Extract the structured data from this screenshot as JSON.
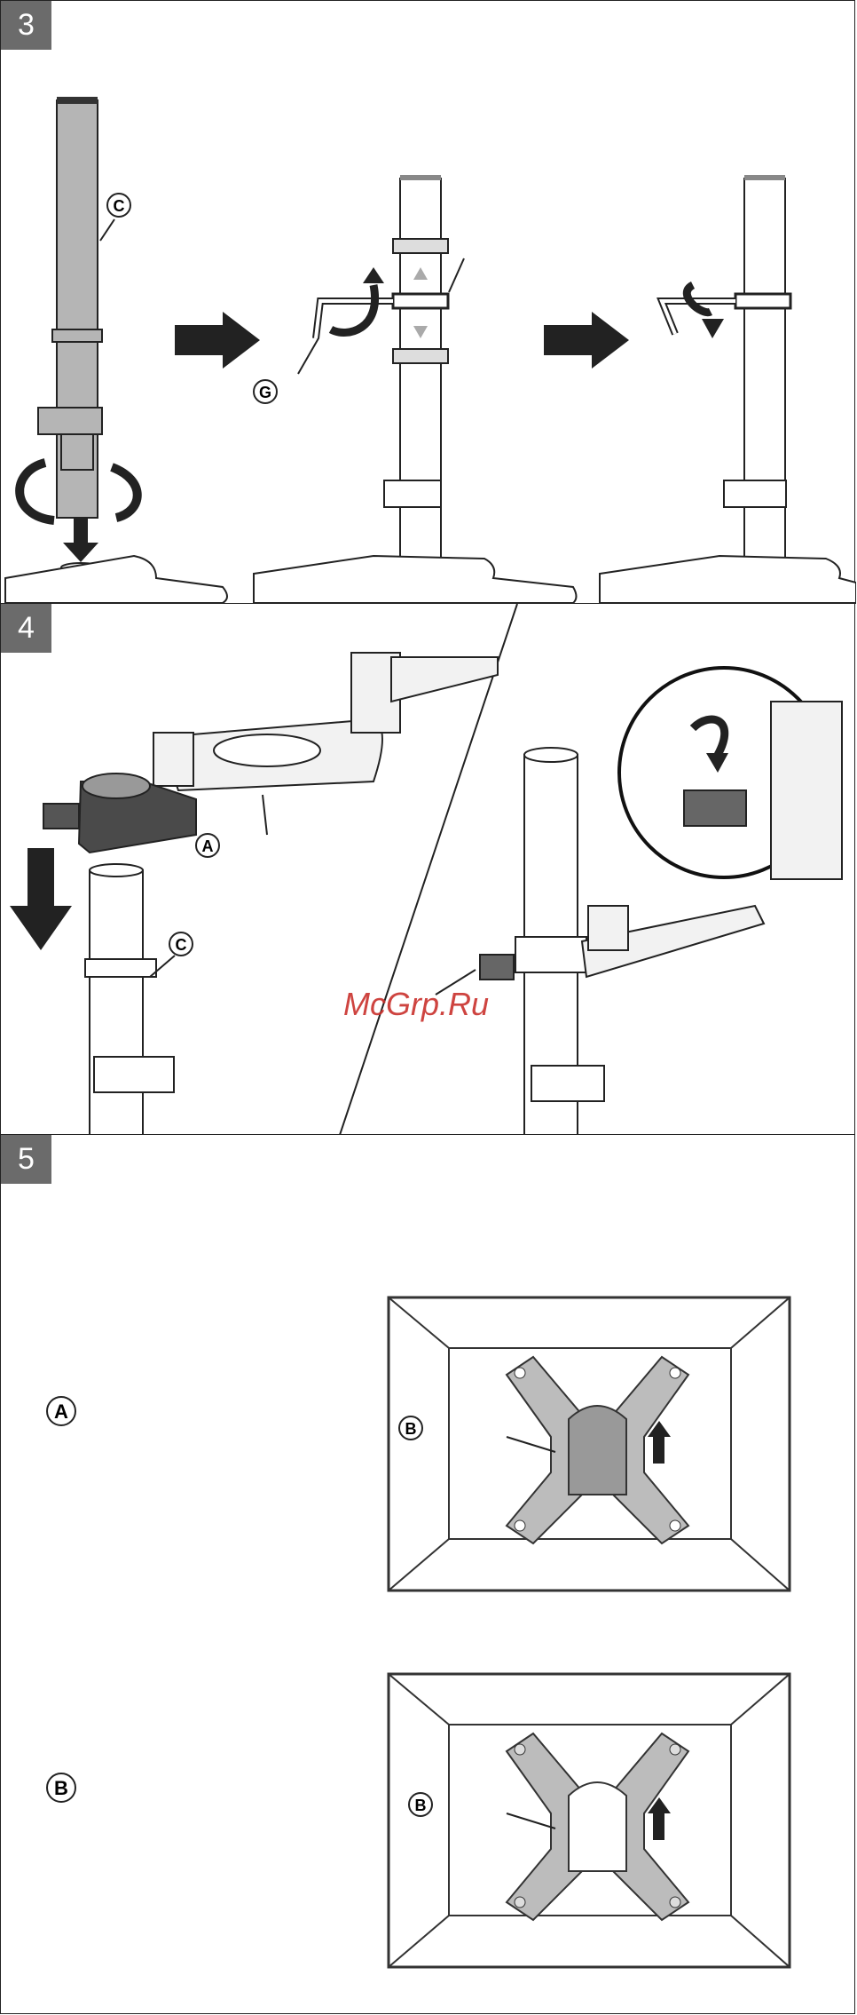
{
  "steps": {
    "step3": {
      "number": "3"
    },
    "step4": {
      "number": "4"
    },
    "step5": {
      "number": "5"
    }
  },
  "callouts": {
    "c": "C",
    "g": "G",
    "a": "A",
    "b": "B"
  },
  "watermark": "McGrp.Ru",
  "colors": {
    "tab": "#6b6b6b",
    "part_dark": "#333333",
    "part_gray": "#b5b5b5",
    "watermark": "#c9302c"
  }
}
